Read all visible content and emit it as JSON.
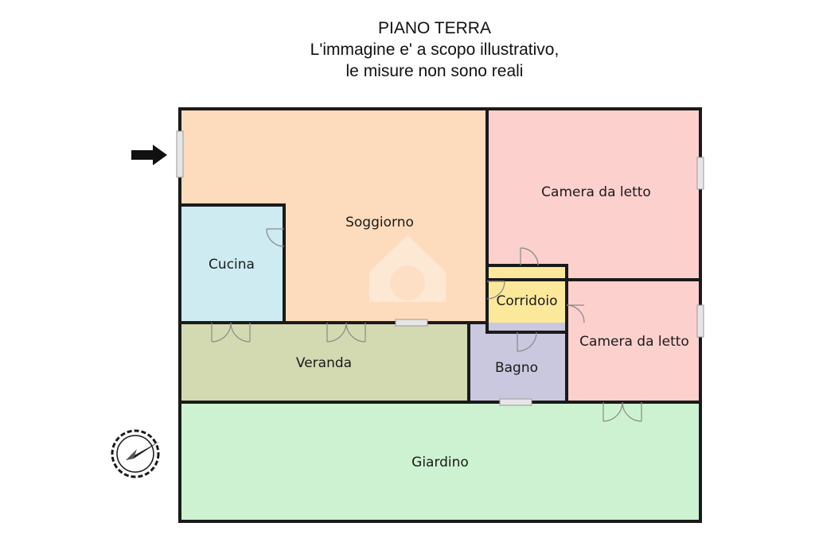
{
  "header": {
    "title": "PIANO TERRA",
    "line2": "L'immagine e' a scopo illustrativo,",
    "line3": "le misure non sono reali"
  },
  "rooms": {
    "soggiorno": {
      "label": "Soggiorno",
      "color": "#fddcbe"
    },
    "cucina": {
      "label": "Cucina",
      "color": "#cdebf1"
    },
    "camera1": {
      "label": "Camera da letto",
      "color": "#fbd0cd"
    },
    "camera2": {
      "label": "Camera da letto",
      "color": "#fbd0cd"
    },
    "corridoio": {
      "label": "Corridoio",
      "color": "#fbe89a"
    },
    "bagno": {
      "label": "Bagno",
      "color": "#c9c8de"
    },
    "veranda": {
      "label": "Veranda",
      "color": "#d3d9b1"
    },
    "giardino": {
      "label": "Giardino",
      "color": "#cdf2d1"
    }
  },
  "icons": {
    "entrance": "entrance-arrow-icon",
    "compass": "compass-icon"
  }
}
